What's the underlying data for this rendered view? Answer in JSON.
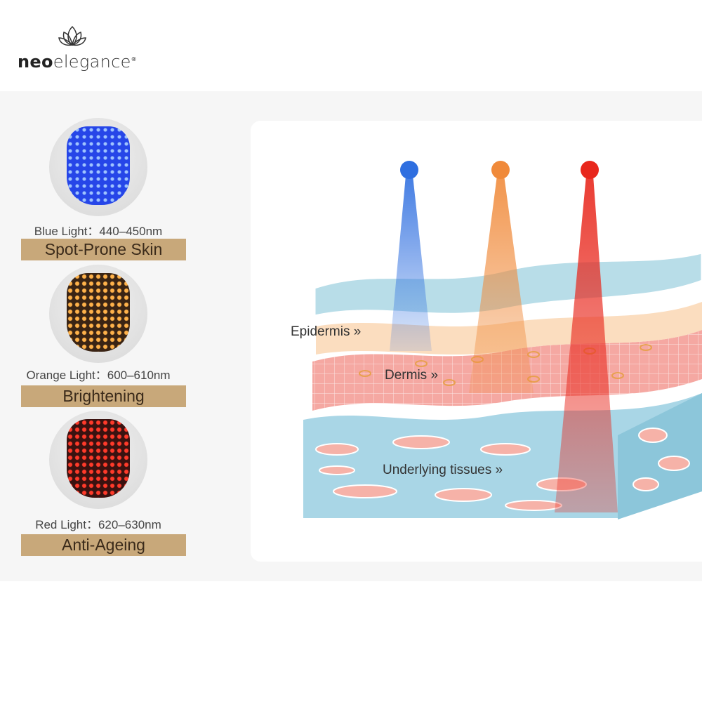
{
  "brand": {
    "name_bold": "neo",
    "name_light": "elegance",
    "registered": "®",
    "icon": "lotus-icon"
  },
  "modes": [
    {
      "wavelength": "Blue Light：440–450nm",
      "benefit": "Spot-Prone Skin",
      "color": "#2646e8",
      "dot": "#7fb0ff"
    },
    {
      "wavelength": "Orange Light：600–610nm",
      "benefit": "Brightening",
      "color": "#3a2414",
      "dot": "#ffb24a"
    },
    {
      "wavelength": "Red Light：620–630nm",
      "benefit": "Anti-Ageing",
      "color": "#3a1210",
      "dot": "#ff3a2a"
    }
  ],
  "diagram": {
    "lights": [
      {
        "name": "blue",
        "color": "#2f6fe0"
      },
      {
        "name": "orange",
        "color": "#f08a3a"
      },
      {
        "name": "red",
        "color": "#e8271c"
      }
    ],
    "labels": {
      "epidermis": "Epidermis »",
      "dermis": "Dermis »",
      "tissue": "Underlying tissues »"
    }
  }
}
